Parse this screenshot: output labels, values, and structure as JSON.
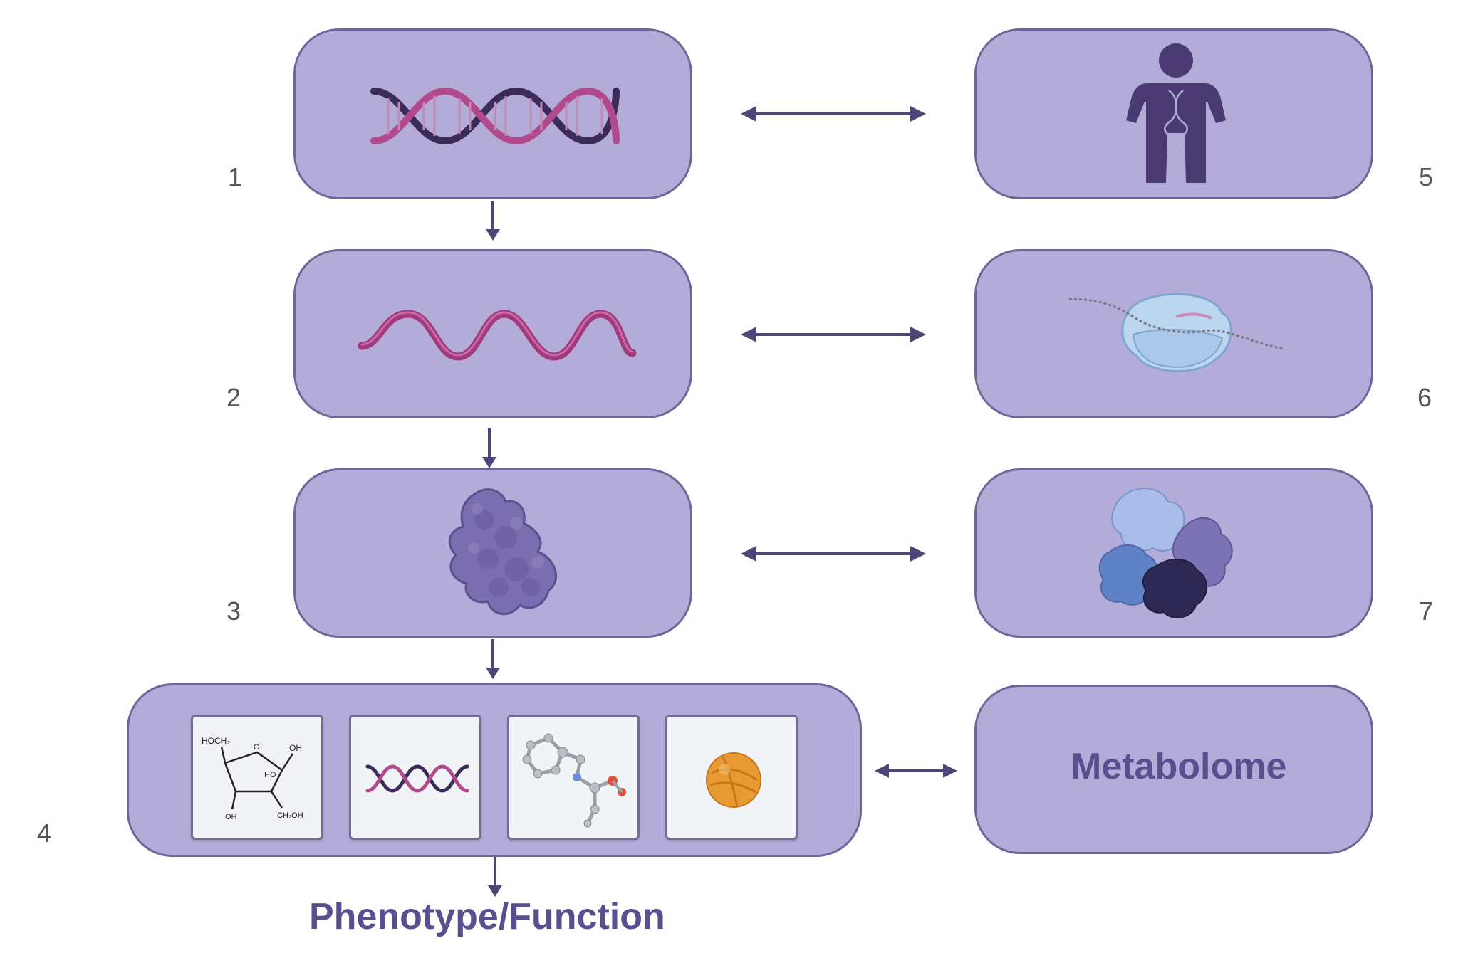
{
  "labels": {
    "metabolome": "Metabolome",
    "phenotype": "Phenotype/Function"
  },
  "numbers": {
    "n1": "1",
    "n2": "2",
    "n3": "3",
    "n4": "4",
    "n5": "5",
    "n6": "6",
    "n7": "7"
  },
  "tile_text": {
    "sugar_top_left": "HOCH₂",
    "sugar_top_right": "OH",
    "sugar_ring_o": "O",
    "sugar_ring_ho": "HO",
    "sugar_bottom_left": "OH",
    "sugar_bottom_right": "CH₂OH"
  },
  "colors": {
    "box_fill": "#b4acd8",
    "box_border": "#6e6699",
    "arrow": "#4f4677",
    "label": "#5a4e8e",
    "dna_dark": "#3a2b5a",
    "dna_magenta": "#b04a8c"
  },
  "icons": [
    "dna-icon",
    "human-figure-icon",
    "rna-strand-icon",
    "ribosome-icon",
    "protein-icon",
    "protein-complex-icon",
    "sugar-molecule-icon",
    "small-dna-icon",
    "ball-and-stick-molecule-icon",
    "lipid-particle-icon"
  ]
}
